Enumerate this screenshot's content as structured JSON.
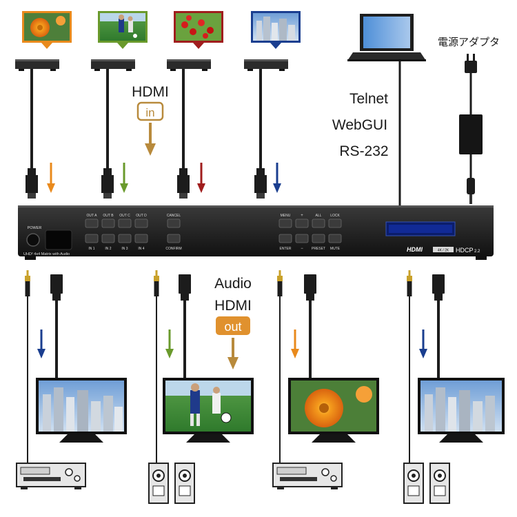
{
  "labels": {
    "hdmi_in_title": "HDMI",
    "hdmi_in_badge": "in",
    "control_line1": "Telnet",
    "control_line2": "WebGUI",
    "control_line3": "RS-232",
    "power_adapter": "電源アダプタ",
    "out_title_line1": "Audio",
    "out_title_line2": "HDMI",
    "out_badge": "out"
  },
  "device": {
    "power_label": "POWER",
    "model_label": "UHD² 4x4 Matrix with Audio",
    "cancel_label": "CANCEL",
    "confirm_label": "CONFIRM",
    "out_labels": [
      "OUT A",
      "OUT B",
      "OUT C",
      "OUT D"
    ],
    "in_labels": [
      "IN 1",
      "IN 2",
      "IN 3",
      "IN 4"
    ],
    "menu_label": "MENU",
    "plus_label": "+",
    "all_label": "ALL",
    "lock_label": "LOCK",
    "enter_label": "ENTER",
    "minus_label": "−",
    "preset_label": "PRESET",
    "mute_label": "MUTE",
    "hdmi_logo": "HDMI",
    "k_badge": "4K / 2K",
    "hdcp_label": "HDCP",
    "hdcp_version": "2.2"
  },
  "colors": {
    "source1": "#e98a1c",
    "source2": "#6a9a2c",
    "source3": "#a01d1d",
    "source4": "#1a3e8f",
    "in_badge": "#b88a3c",
    "out_badge": "#e0912e"
  }
}
